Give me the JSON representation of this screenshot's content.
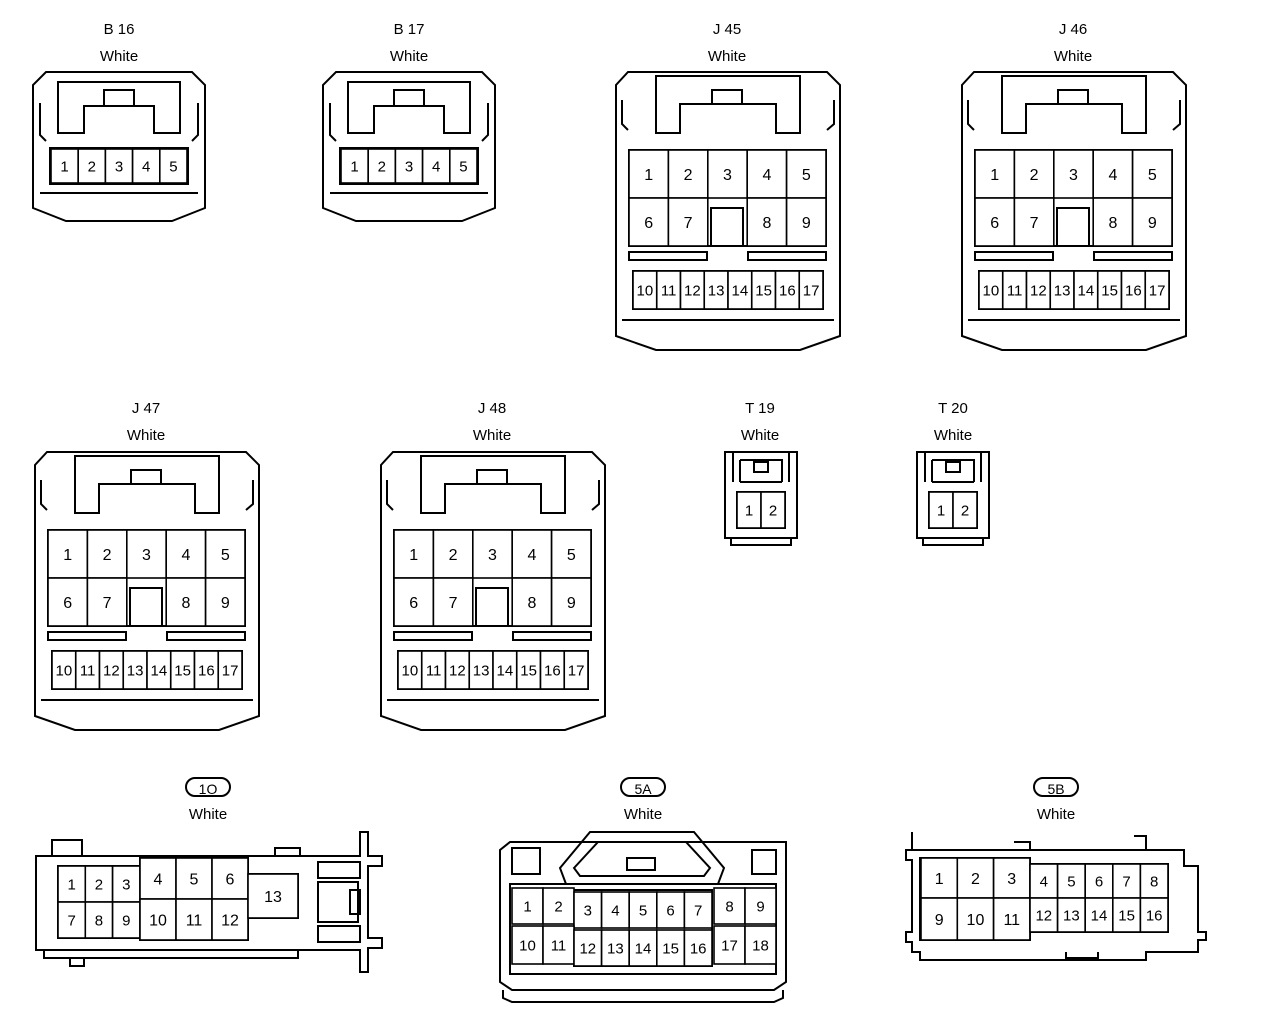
{
  "connectors": {
    "b16": {
      "code": "B 16",
      "color": "White",
      "pins": [
        "1",
        "2",
        "3",
        "4",
        "5"
      ]
    },
    "b17": {
      "code": "B 17",
      "color": "White",
      "pins": [
        "1",
        "2",
        "3",
        "4",
        "5"
      ]
    },
    "j45": {
      "code": "J 45",
      "color": "White",
      "pins": [
        "1",
        "2",
        "3",
        "4",
        "5",
        "6",
        "7",
        "8",
        "9",
        "10",
        "11",
        "12",
        "13",
        "14",
        "15",
        "16",
        "17"
      ]
    },
    "j46": {
      "code": "J 46",
      "color": "White",
      "pins": [
        "1",
        "2",
        "3",
        "4",
        "5",
        "6",
        "7",
        "8",
        "9",
        "10",
        "11",
        "12",
        "13",
        "14",
        "15",
        "16",
        "17"
      ]
    },
    "j47": {
      "code": "J 47",
      "color": "White",
      "pins": [
        "1",
        "2",
        "3",
        "4",
        "5",
        "6",
        "7",
        "8",
        "9",
        "10",
        "11",
        "12",
        "13",
        "14",
        "15",
        "16",
        "17"
      ]
    },
    "j48": {
      "code": "J 48",
      "color": "White",
      "pins": [
        "1",
        "2",
        "3",
        "4",
        "5",
        "6",
        "7",
        "8",
        "9",
        "10",
        "11",
        "12",
        "13",
        "14",
        "15",
        "16",
        "17"
      ]
    },
    "t19": {
      "code": "T 19",
      "color": "White",
      "pins": [
        "1",
        "2"
      ]
    },
    "t20": {
      "code": "T 20",
      "color": "White",
      "pins": [
        "1",
        "2"
      ]
    },
    "c1o": {
      "code": "1O",
      "color": "White",
      "pins": [
        "1",
        "2",
        "3",
        "4",
        "5",
        "6",
        "7",
        "8",
        "9",
        "10",
        "11",
        "12",
        "13"
      ]
    },
    "c5a": {
      "code": "5A",
      "color": "White",
      "pins": [
        "1",
        "2",
        "3",
        "4",
        "5",
        "6",
        "7",
        "8",
        "9",
        "10",
        "11",
        "12",
        "13",
        "14",
        "15",
        "16",
        "17",
        "18"
      ]
    },
    "c5b": {
      "code": "5B",
      "color": "White",
      "pins": [
        "1",
        "2",
        "3",
        "4",
        "5",
        "6",
        "7",
        "8",
        "9",
        "10",
        "11",
        "12",
        "13",
        "14",
        "15",
        "16"
      ]
    }
  }
}
